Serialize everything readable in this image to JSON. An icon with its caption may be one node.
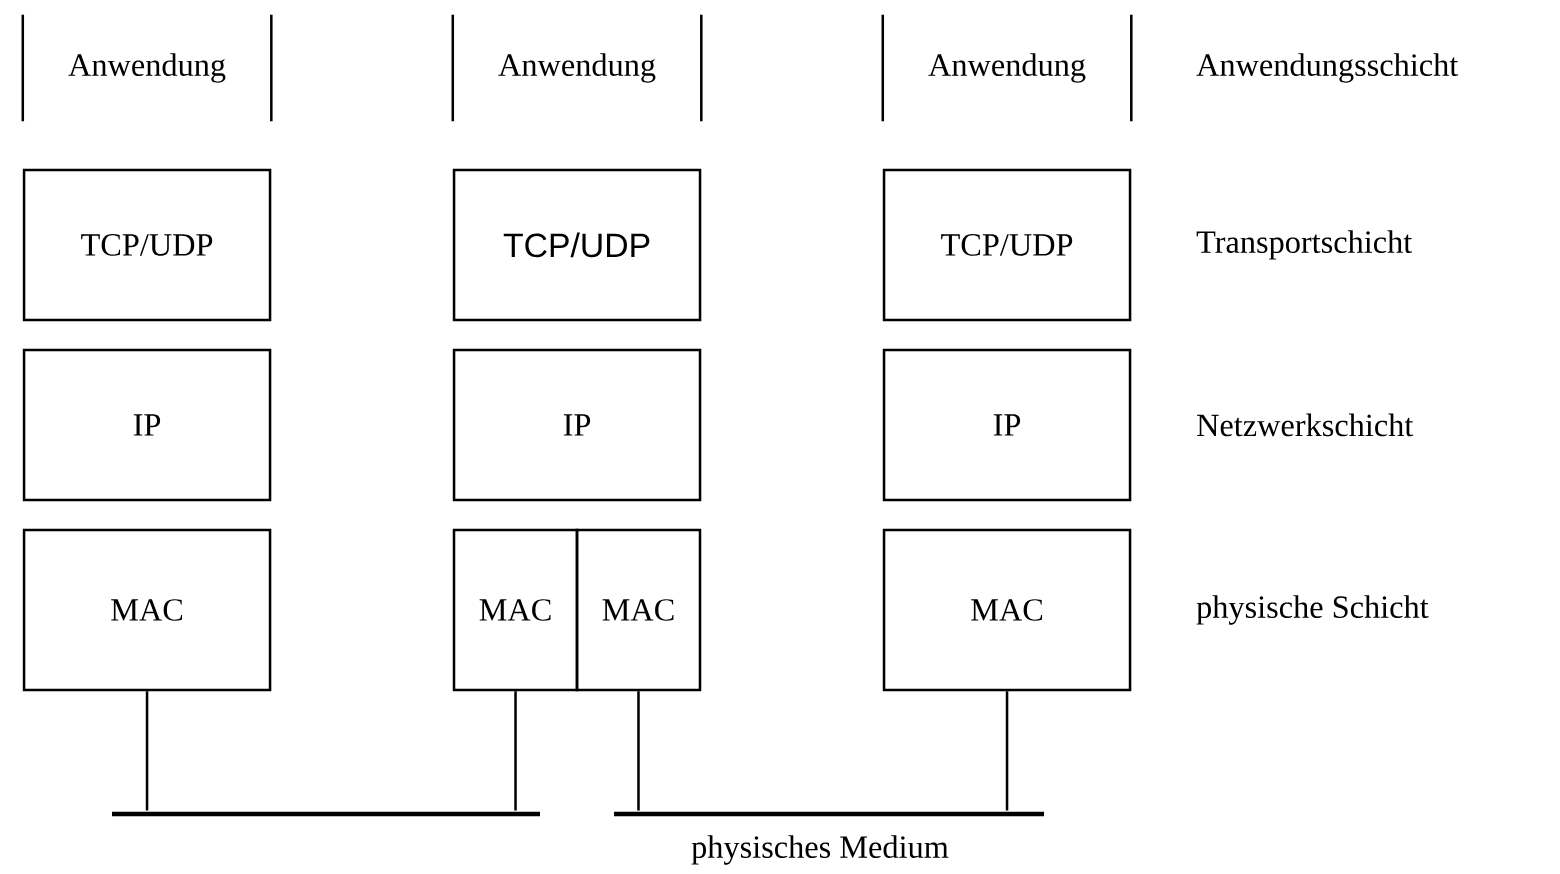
{
  "diagram": {
    "nodes": [
      {
        "text": [
          "Anwendung"
        ]
      },
      {
        "text": [
          "Anwendung"
        ]
      },
      {
        "text": [
          "Anwendung"
        ]
      },
      {
        "text": [
          "TCP/UDP"
        ]
      },
      {
        "text": [
          "TCP/UDP"
        ]
      },
      {
        "text": [
          "TCP/UDP"
        ]
      },
      {
        "text": [
          "IP"
        ]
      },
      {
        "text": [
          "IP"
        ]
      },
      {
        "text": [
          "IP"
        ]
      },
      {
        "text": [
          "MAC"
        ]
      },
      {
        "text": [
          "MAC"
        ]
      },
      {
        "text": [
          "MAC"
        ]
      },
      {
        "text": [
          "MAC"
        ]
      },
      {
        "text": [],
        "shape": "bar"
      },
      {
        "text": [],
        "shape": "bar"
      }
    ],
    "edges": [
      {
        "from": 9,
        "to": 13,
        "arrow": "none"
      },
      {
        "from": 10,
        "to": 13,
        "arrow": "none"
      },
      {
        "from": 11,
        "to": 14,
        "arrow": "none"
      },
      {
        "from": 12,
        "to": 14,
        "arrow": "none"
      }
    ],
    "labels": [
      "Anwendungsschicht",
      "Transportschicht",
      "Netzwerkschicht",
      "physische Schicht",
      "physisches Medium"
    ]
  }
}
